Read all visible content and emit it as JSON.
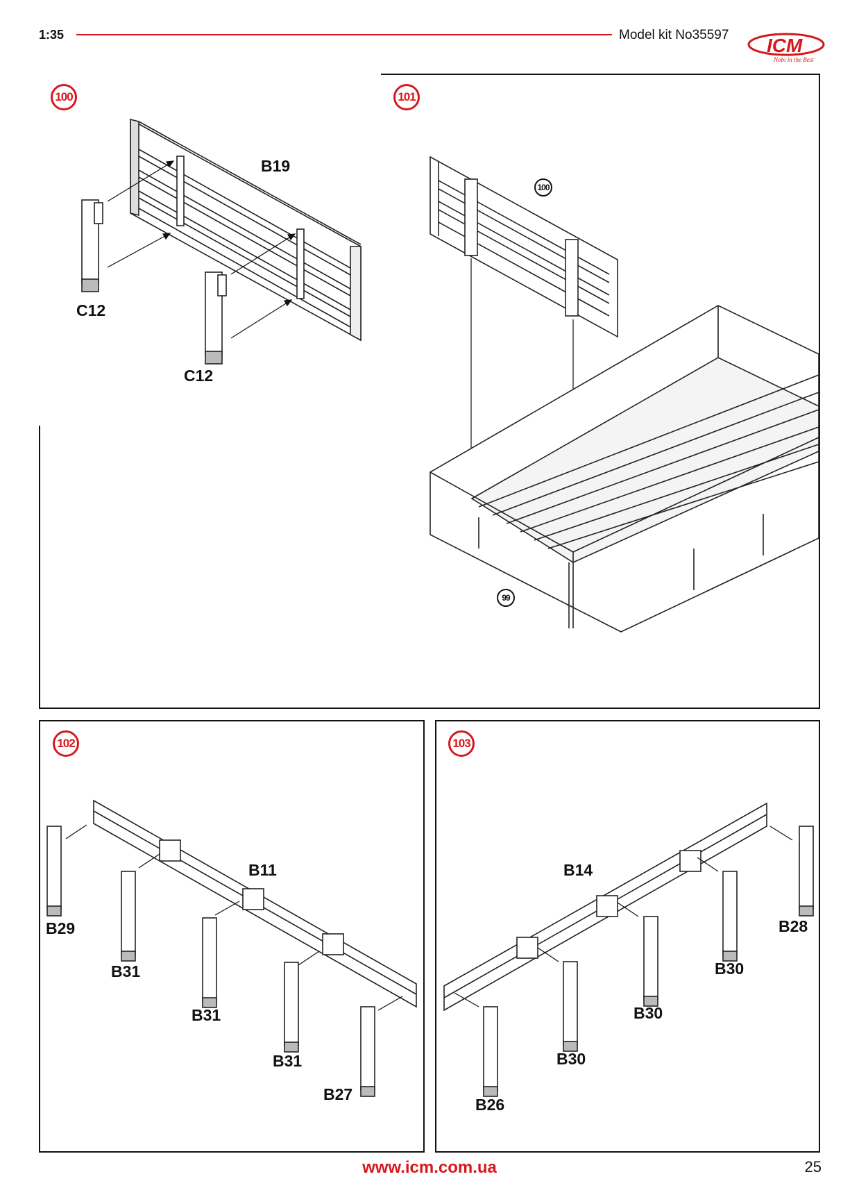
{
  "header": {
    "scale": "1:35",
    "kit": "Model kit No35597",
    "logo_text": "ICM",
    "logo_tagline": "Nobi in the Best"
  },
  "steps": {
    "s100": {
      "number": "100",
      "labels": {
        "frame": "B19",
        "post_a": "C12",
        "post_b": "C12"
      }
    },
    "s101": {
      "number": "101",
      "refs": {
        "subassembly": "100",
        "body": "99"
      }
    },
    "s102": {
      "number": "102",
      "labels": {
        "rail": "B11",
        "leg1": "B29",
        "leg2": "B31",
        "leg3": "B31",
        "leg4": "B31",
        "leg5": "B27"
      }
    },
    "s103": {
      "number": "103",
      "labels": {
        "rail": "B14",
        "leg1": "B28",
        "leg2": "B30",
        "leg3": "B30",
        "leg4": "B30",
        "leg5": "B26"
      }
    }
  },
  "footer": {
    "url": "www.icm.com.ua",
    "page": "25"
  },
  "colors": {
    "accent": "#d6181e",
    "ink": "#111111"
  }
}
